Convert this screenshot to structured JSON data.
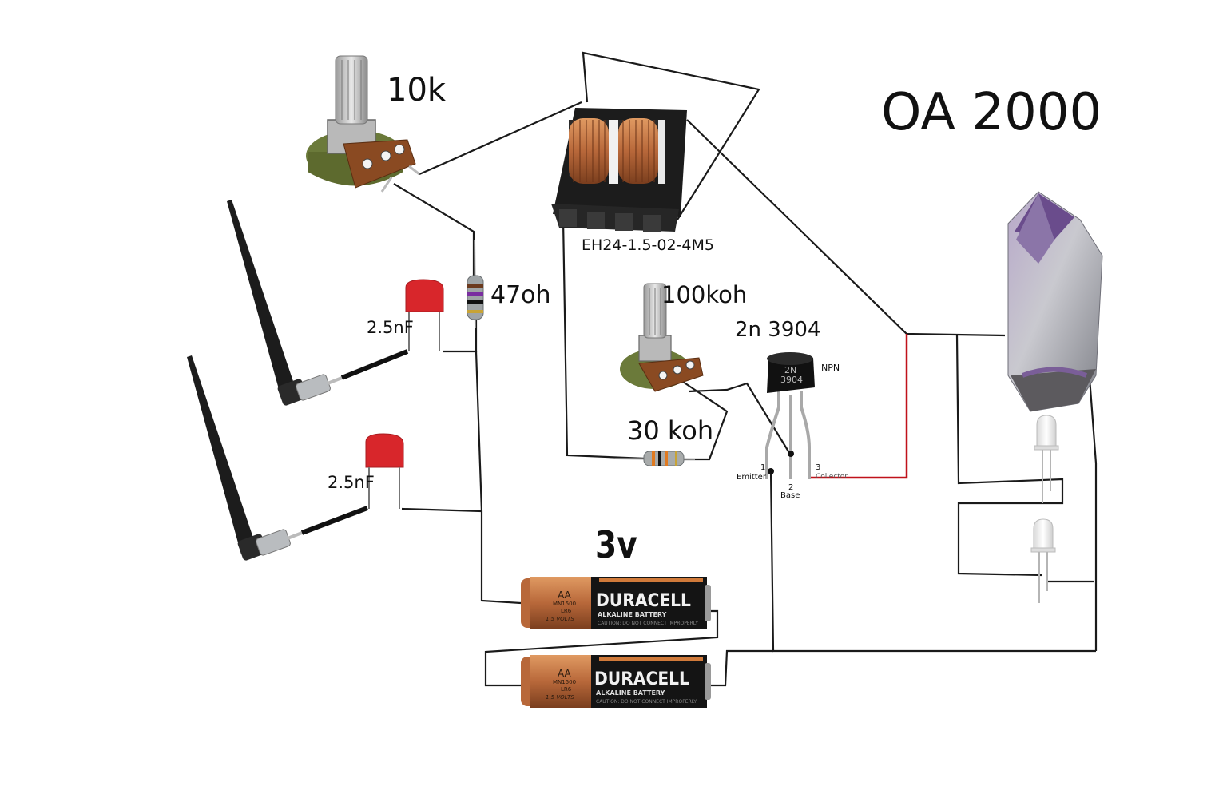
{
  "title": "OA 2000",
  "labels": {
    "pot_top": "10k",
    "coil": "EH24-1.5-02-4M5",
    "resistor_47": "47oh",
    "pot_mid": "100koh",
    "transistor_name": "2n 3904",
    "resistor_30": "30 koh",
    "cap_top": "2.5nF",
    "cap_bottom": "2.5nF",
    "battery_voltage": "3v"
  },
  "transistor": {
    "body_top": "2N",
    "body_bottom": "3904",
    "type": "NPN",
    "pin1_num": "1",
    "pin1_name": "Emitter",
    "pin2_num": "2",
    "pin2_name": "Base",
    "pin3_num": "3",
    "pin3_name": "Collector"
  },
  "batteries": [
    {
      "size": "AA",
      "model": "MN1500",
      "code": "LR6",
      "volts": "1.5 VOLTS",
      "brand": "DURACELL",
      "type": "ALKALINE BATTERY",
      "caution": "CAUTION: DO NOT CONNECT IMPROPERLY"
    },
    {
      "size": "AA",
      "model": "MN1500",
      "code": "LR6",
      "volts": "1.5 VOLTS",
      "brand": "DURACELL",
      "type": "ALKALINE BATTERY",
      "caution": "CAUTION: DO NOT CONNECT IMPROPERLY"
    }
  ],
  "colors": {
    "wire": "#1a1a1a",
    "collector_wire": "#c0121b",
    "capacitor": "#d8262b",
    "battery_copper": "#b8683a",
    "battery_black": "#141414",
    "crystal_purple": "#6a4c8c",
    "copper_coil": "#b0552a"
  }
}
